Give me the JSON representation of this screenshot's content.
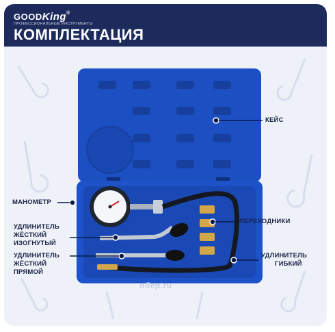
{
  "brand": {
    "good": "GOOD",
    "king": "King",
    "reg": "®",
    "subtitle": "ПРОФЕССИОНАЛЬНЫЕ ИНСТРУМЕНТЫ"
  },
  "header": {
    "title": "КОМПЛЕКТАЦИЯ"
  },
  "labels": {
    "case": "КЕЙС",
    "gauge": "МАНОМЕТР",
    "ext_bent": [
      "УДЛИНИТЕЛЬ",
      "ЖЁСТКИЙ",
      "ИЗОГНУТЫЙ"
    ],
    "ext_straight": [
      "УДЛИНИТЕЛЬ",
      "ЖЁСТКИЙ",
      "ПРЯМОЙ"
    ],
    "adapters": "ПЕРЕХОДНИКИ",
    "ext_flex": [
      "УДЛИНИТЕЛЬ",
      "ГИБКИЙ"
    ]
  },
  "watermark": "oбeр.ru",
  "colors": {
    "header": "#1d2a5c",
    "case": "#1c4fc2",
    "accent": "#0b1a44"
  }
}
